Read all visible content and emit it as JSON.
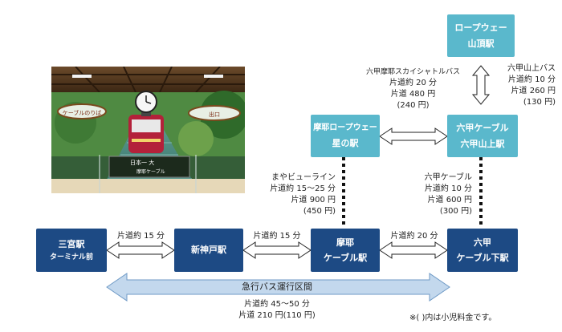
{
  "stations": {
    "sannomiya": {
      "line1": "三宮駅",
      "line2": "ターミナル前"
    },
    "shinkobe": {
      "line1": "新神戸駅"
    },
    "maya_cable": {
      "line1": "摩耶",
      "line2": "ケーブル駅"
    },
    "rokko_cable_shita": {
      "line1": "六甲",
      "line2": "ケーブル下駅"
    },
    "maya_ropeway_hoshi": {
      "line1": "摩耶ロープウェー",
      "line2": "星の駅"
    },
    "rokko_cable_sanjo": {
      "line1": "六甲ケーブル",
      "line2": "六甲山上駅"
    },
    "ropeway_sancho": {
      "line1": "ロープウェー",
      "line2": "山頂駅"
    }
  },
  "segments": {
    "sannomiya_shinkobe": {
      "line1": "片道約 15 分"
    },
    "shinkobe_maya": {
      "line1": "片道約 15 分"
    },
    "maya_rokko": {
      "line1": "片道約 20 分"
    },
    "maya_view_line": {
      "line1": "まやビューライン",
      "line2": "片道約 15～25 分",
      "line3": "片道 900 円",
      "line4": "(450 円)"
    },
    "rokko_cable": {
      "line1": "六甲ケーブル",
      "line2": "片道約 10 分",
      "line3": "片道 600 円",
      "line4": "(300 円)"
    },
    "skyshuttle": {
      "line1": "六甲摩耶スカイシャトルバス",
      "line2": "片道約 20 分",
      "line3": "片道 480 円",
      "line4": "(240 円)"
    },
    "sanjo_bus": {
      "line1": "六甲山上バス",
      "line2": "片道約 10 分",
      "line3": "片道 260 円",
      "line4": "(130 円)"
    }
  },
  "express_bus": {
    "label": "急行バス運行区間",
    "time": "片道約 45～50 分",
    "fare": "片道 210 円(110 円)"
  },
  "footnote": "※( )内は小児料金です。",
  "photo": {
    "sign_left": "ケーブルのりば",
    "sign_right": "出口",
    "banner_line1": "日本一 大",
    "banner_line2": "摩耶ケーブル"
  },
  "colors": {
    "navy": "#1d4a84",
    "teal": "#5ab8cc"
  }
}
